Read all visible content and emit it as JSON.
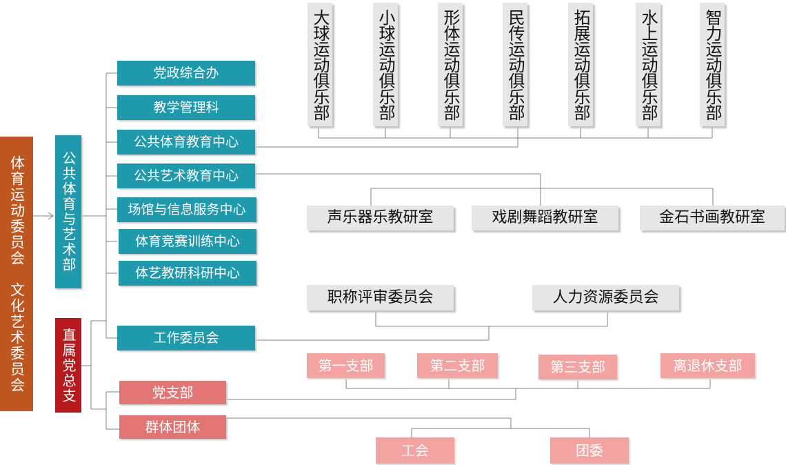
{
  "root": {
    "title": "体育运动委员会　文化艺术委员会"
  },
  "dept": {
    "title": "公共体育与艺术部"
  },
  "party_general": {
    "title": "直属党总支"
  },
  "units": [
    "党政综合办",
    "教学管理科",
    "公共体育教育中心",
    "公共艺术教育中心",
    "场馆与信息服务中心",
    "体育竞赛训练中心",
    "体艺教研科研中心"
  ],
  "committee": {
    "title": "工作委员会"
  },
  "clubs": [
    "大球运动俱乐部",
    "小球运动俱乐部",
    "形体运动俱乐部",
    "民传运动俱乐部",
    "拓展运动俱乐部",
    "水上运动俱乐部",
    "智力运动俱乐部"
  ],
  "studios": [
    "声乐器乐教研室",
    "戏剧舞蹈教研室",
    "金石书画教研室"
  ],
  "committees": [
    "职称评审委员会",
    "人力资源委员会"
  ],
  "party_branch": {
    "title": "党支部"
  },
  "mass_org": {
    "title": "群体团体"
  },
  "branches": [
    "第一支部",
    "第二支部",
    "第三支部",
    "离退休支部"
  ],
  "mass_units": [
    "工会",
    "团委"
  ],
  "colors": {
    "teal": "#1f9aad",
    "gray": "#e6e6e6",
    "pink": "#f4a3a3",
    "rose": "#e27474",
    "orange": "#c0561f",
    "darkred": "#b7191c",
    "line": "#808080"
  }
}
